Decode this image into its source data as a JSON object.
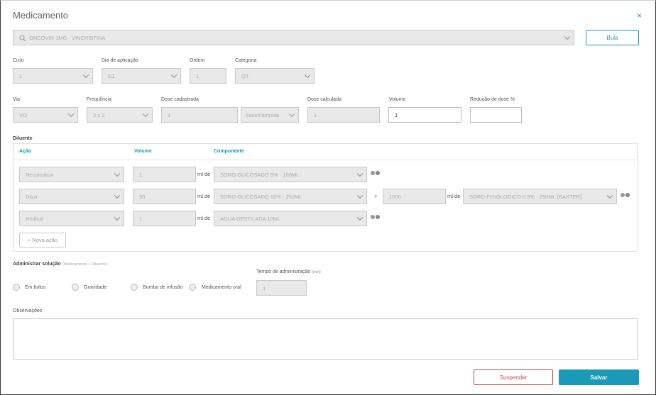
{
  "dialog": {
    "title": "Medicamento",
    "close_label": "×"
  },
  "search": {
    "value": "ONCOVIN 1MG - VINCRISTINA",
    "bula_label": "Bula"
  },
  "row1": {
    "ciclo": {
      "label": "Ciclo",
      "value": "1"
    },
    "dia": {
      "label": "Dia de aplicação",
      "value": "D1"
    },
    "ordem": {
      "label": "Ordem",
      "value": "1"
    },
    "categoria": {
      "label": "Categoria",
      "value": "QT"
    }
  },
  "row2": {
    "via": {
      "label": "Via",
      "value": "VO"
    },
    "frequencia": {
      "label": "Frequência",
      "value": "2 x 2"
    },
    "dose_cadastrada": {
      "label": "Dose cadastrada",
      "value": "1",
      "unit": "frasco/ampola"
    },
    "dose_calculada": {
      "label": "Dose calculada",
      "value": "1"
    },
    "volume": {
      "label": "Volume",
      "value": "1"
    },
    "reducao": {
      "label": "Redução de dose %",
      "value": ""
    }
  },
  "diluente": {
    "label": "Diluente",
    "headers": {
      "acao": "Ação",
      "volume": "Volume",
      "componente": "Componente"
    },
    "rows": [
      {
        "acao": "Reconstituir",
        "volume": "1",
        "unit": "ml de",
        "componente": "SORO GLICOSADO 5% - 100ML"
      },
      {
        "acao": "Diluir",
        "volume": "50",
        "unit": "ml de",
        "componente": "SORO GLICOSADO 10% - 250ML",
        "extra_sign": "+",
        "extra_volume": "1000",
        "extra_unit": "ml de",
        "extra_componente": "SORO FISIOLOGICO 0.9% - 250ML (BAXTER)"
      },
      {
        "acao": "Rediluir",
        "volume": "1",
        "unit": "ml de",
        "componente": "AGUA DESTILADA 10ML"
      }
    ],
    "nova_acao": "+ Nova ação"
  },
  "administrar": {
    "label": "Administrar solução",
    "sublabel": "(Medicamento + Diluente)",
    "options": [
      "Em bolos",
      "Gravidade",
      "Bomba de infusão",
      "Medicamento oral"
    ],
    "tempo_label": "Tempo de administração",
    "tempo_unit": "(min)",
    "tempo_value": "1"
  },
  "observacoes": {
    "label": "Observações",
    "value": ""
  },
  "footer": {
    "suspender": "Suspender",
    "salvar": "Salvar"
  },
  "colors": {
    "accent": "#1a9ab6",
    "danger": "#c94a4a"
  }
}
